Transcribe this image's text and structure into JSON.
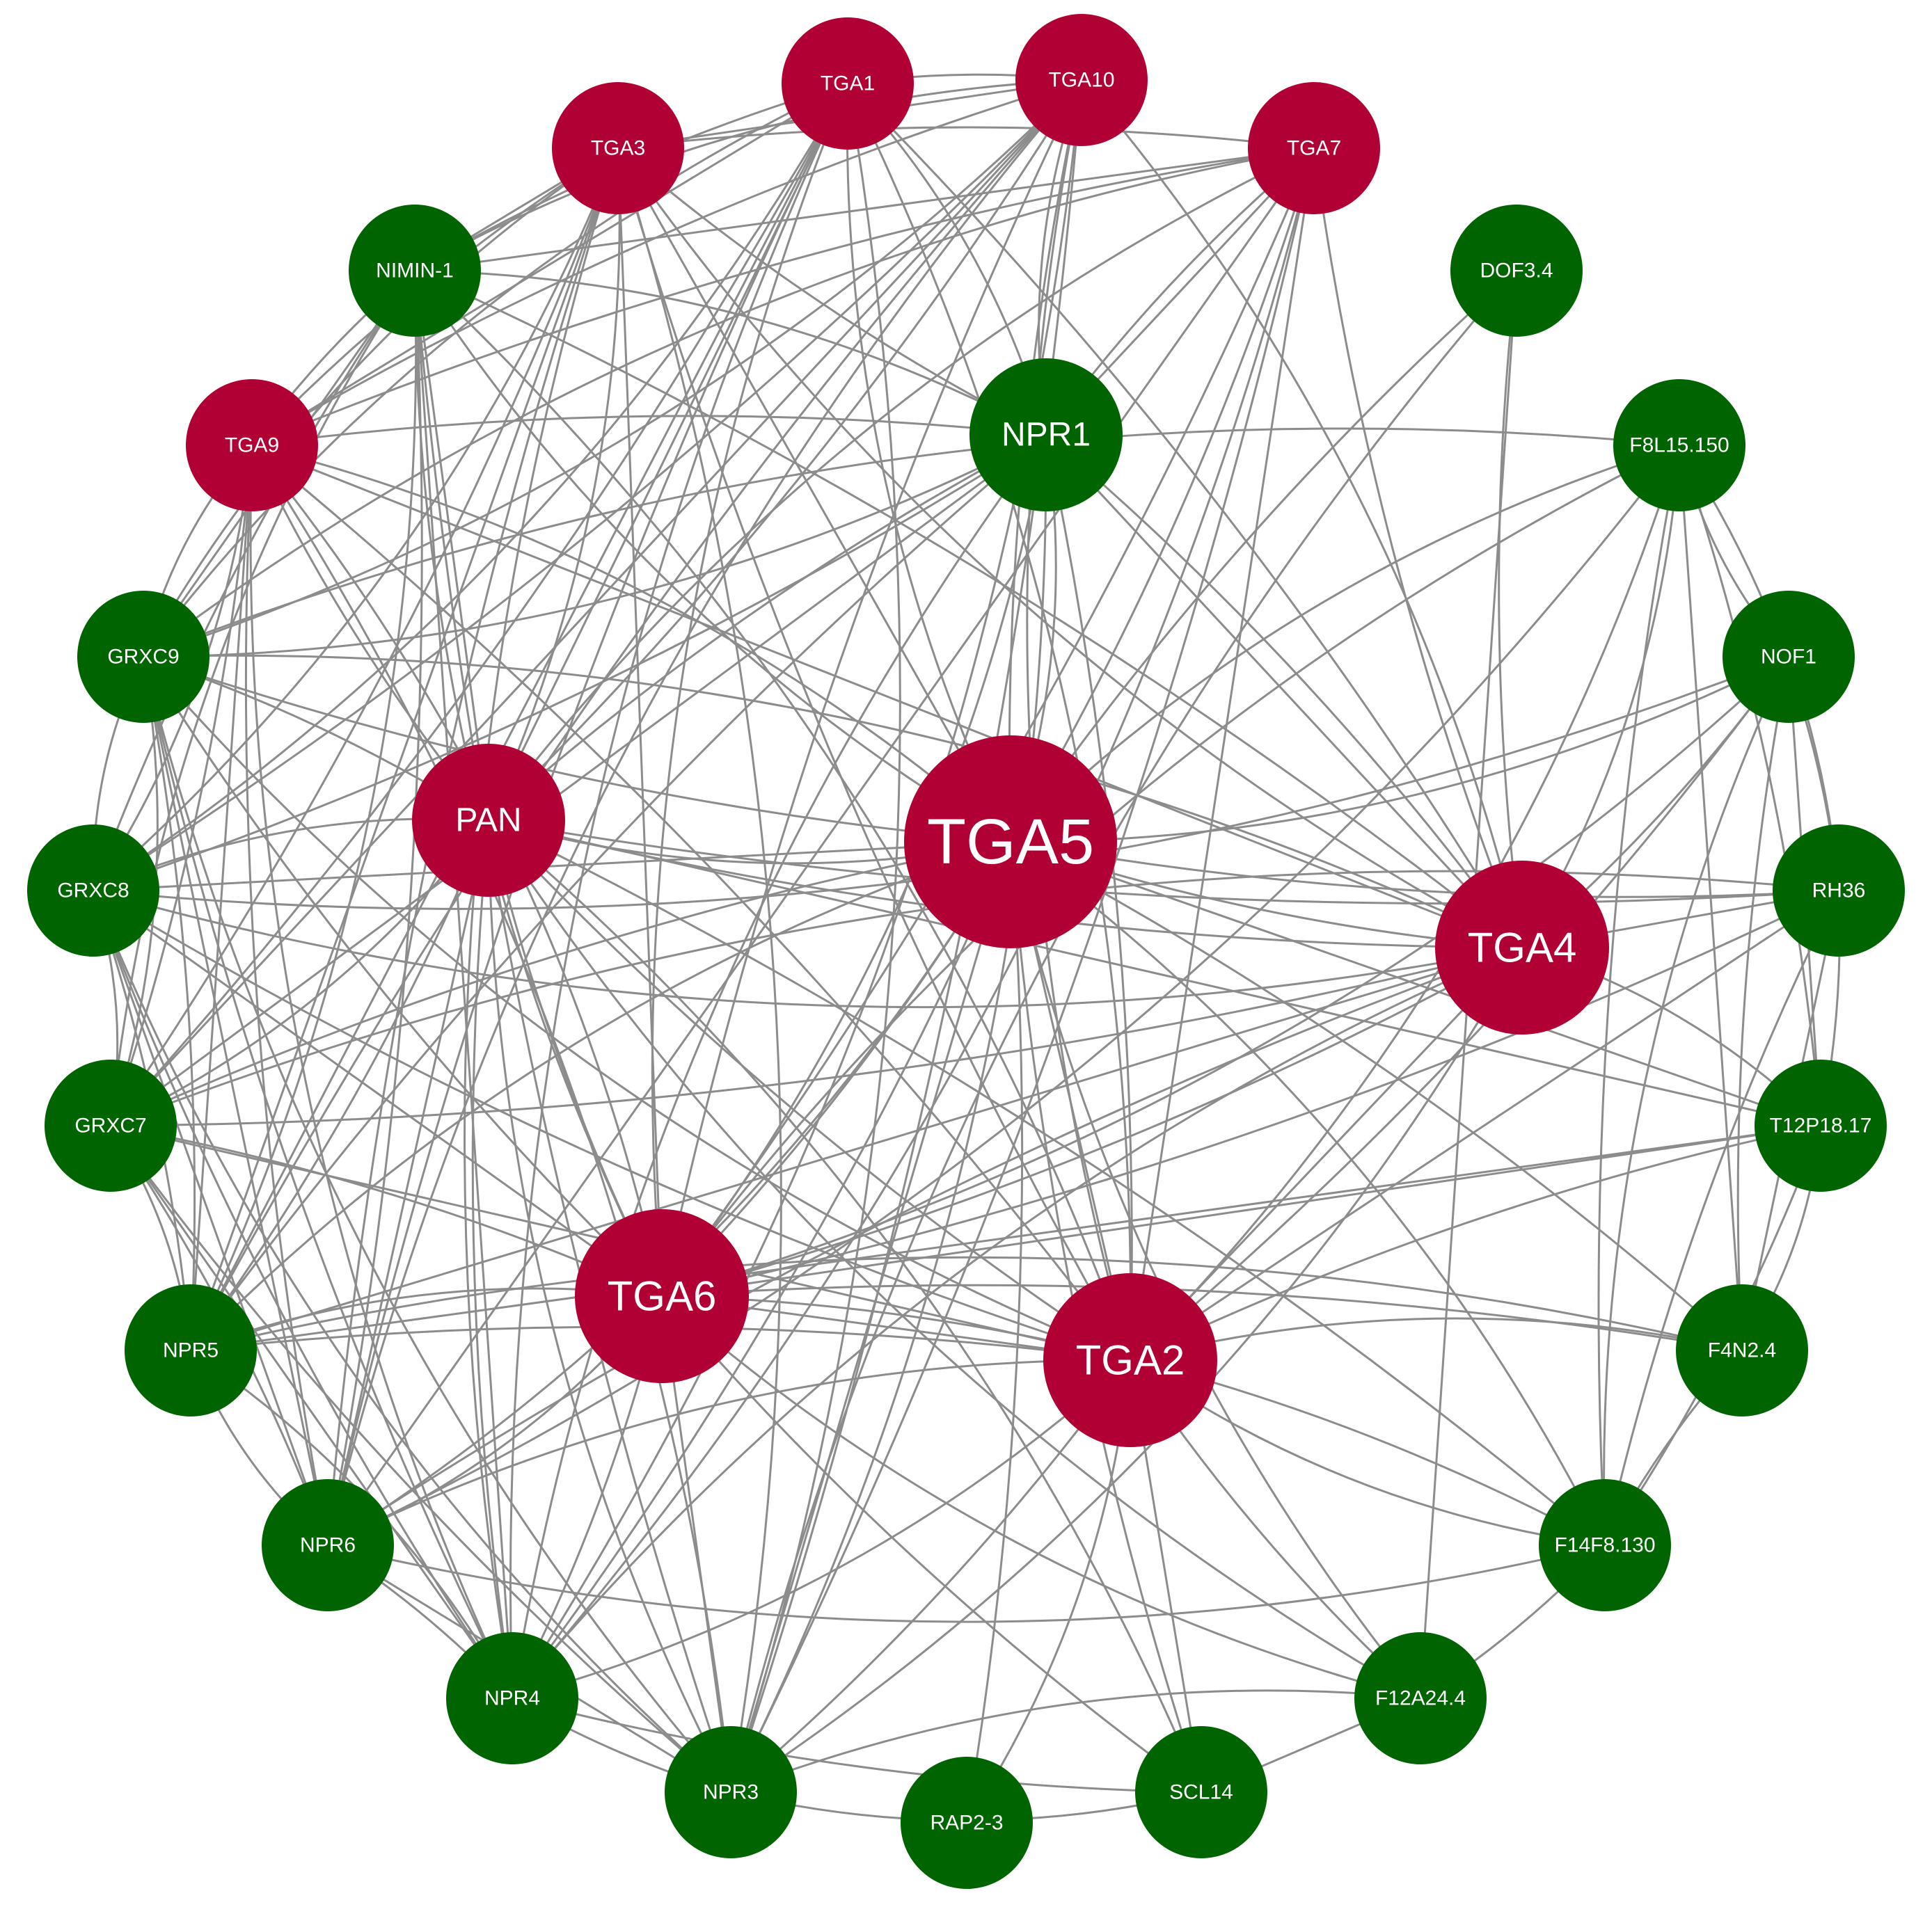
{
  "colors": {
    "hub": "#b10034",
    "regular": "#006400",
    "edge": "#8c8c8c"
  },
  "nodes": [
    {
      "id": "TGA1",
      "label": "TGA1",
      "group": "red",
      "size": 2
    },
    {
      "id": "TGA10",
      "label": "TGA10",
      "group": "red",
      "size": 2
    },
    {
      "id": "TGA3",
      "label": "TGA3",
      "group": "red",
      "size": 2
    },
    {
      "id": "TGA7",
      "label": "TGA7",
      "group": "red",
      "size": 2
    },
    {
      "id": "NIMIN-1",
      "label": "NIMIN-1",
      "group": "green",
      "size": 2
    },
    {
      "id": "DOF3.4",
      "label": "DOF3.4",
      "group": "green",
      "size": 2
    },
    {
      "id": "NPR1",
      "label": "NPR1",
      "group": "green",
      "size": 3
    },
    {
      "id": "TGA9",
      "label": "TGA9",
      "group": "red",
      "size": 2
    },
    {
      "id": "F8L15.150",
      "label": "F8L15.150",
      "group": "green",
      "size": 2
    },
    {
      "id": "GRXC9",
      "label": "GRXC9",
      "group": "green",
      "size": 2
    },
    {
      "id": "NOF1",
      "label": "NOF1",
      "group": "green",
      "size": 2
    },
    {
      "id": "PAN",
      "label": "PAN",
      "group": "red",
      "size": 3
    },
    {
      "id": "TGA5",
      "label": "TGA5",
      "group": "red",
      "size": 5
    },
    {
      "id": "GRXC8",
      "label": "GRXC8",
      "group": "green",
      "size": 2
    },
    {
      "id": "RH36",
      "label": "RH36",
      "group": "green",
      "size": 2
    },
    {
      "id": "TGA4",
      "label": "TGA4",
      "group": "red",
      "size": 4
    },
    {
      "id": "GRXC7",
      "label": "GRXC7",
      "group": "green",
      "size": 2
    },
    {
      "id": "T12P18.17",
      "label": "T12P18.17",
      "group": "green",
      "size": 2
    },
    {
      "id": "TGA6",
      "label": "TGA6",
      "group": "red",
      "size": 4
    },
    {
      "id": "TGA2",
      "label": "TGA2",
      "group": "red",
      "size": 4
    },
    {
      "id": "NPR5",
      "label": "NPR5",
      "group": "green",
      "size": 2
    },
    {
      "id": "F4N2.4",
      "label": "F4N2.4",
      "group": "green",
      "size": 2
    },
    {
      "id": "NPR6",
      "label": "NPR6",
      "group": "green",
      "size": 2
    },
    {
      "id": "F14F8.130",
      "label": "F14F8.130",
      "group": "green",
      "size": 2
    },
    {
      "id": "NPR4",
      "label": "NPR4",
      "group": "green",
      "size": 2
    },
    {
      "id": "F12A24.4",
      "label": "F12A24.4",
      "group": "green",
      "size": 2
    },
    {
      "id": "NPR3",
      "label": "NPR3",
      "group": "green",
      "size": 2
    },
    {
      "id": "SCL14",
      "label": "SCL14",
      "group": "green",
      "size": 2
    },
    {
      "id": "RAP2-3",
      "label": "RAP2-3",
      "group": "green",
      "size": 2
    }
  ],
  "edges": [
    [
      "TGA5",
      "PAN"
    ],
    [
      "TGA5",
      "TGA6"
    ],
    [
      "TGA5",
      "TGA2"
    ],
    [
      "TGA5",
      "TGA4"
    ],
    [
      "TGA5",
      "NPR1"
    ],
    [
      "TGA5",
      "TGA1"
    ],
    [
      "TGA5",
      "TGA10"
    ],
    [
      "TGA5",
      "TGA3"
    ],
    [
      "TGA5",
      "TGA7"
    ],
    [
      "TGA5",
      "TGA9"
    ],
    [
      "TGA5",
      "NIMIN-1"
    ],
    [
      "TGA5",
      "GRXC9"
    ],
    [
      "TGA5",
      "GRXC8"
    ],
    [
      "TGA5",
      "GRXC7"
    ],
    [
      "TGA5",
      "NPR5"
    ],
    [
      "TGA5",
      "NPR6"
    ],
    [
      "TGA5",
      "NPR4"
    ],
    [
      "TGA5",
      "NPR3"
    ],
    [
      "TGA5",
      "SCL14"
    ],
    [
      "TGA5",
      "F12A24.4"
    ],
    [
      "TGA5",
      "F14F8.130"
    ],
    [
      "TGA5",
      "F4N2.4"
    ],
    [
      "TGA5",
      "T12P18.17"
    ],
    [
      "TGA5",
      "RH36"
    ],
    [
      "TGA5",
      "NOF1"
    ],
    [
      "TGA5",
      "F8L15.150"
    ],
    [
      "TGA6",
      "PAN"
    ],
    [
      "TGA6",
      "TGA2"
    ],
    [
      "TGA6",
      "TGA4"
    ],
    [
      "TGA6",
      "NPR1"
    ],
    [
      "TGA6",
      "TGA1"
    ],
    [
      "TGA6",
      "TGA10"
    ],
    [
      "TGA6",
      "TGA3"
    ],
    [
      "TGA6",
      "TGA7"
    ],
    [
      "TGA6",
      "TGA9"
    ],
    [
      "TGA6",
      "NIMIN-1"
    ],
    [
      "TGA6",
      "GRXC9"
    ],
    [
      "TGA6",
      "GRXC8"
    ],
    [
      "TGA6",
      "GRXC7"
    ],
    [
      "TGA6",
      "NPR5"
    ],
    [
      "TGA6",
      "NPR6"
    ],
    [
      "TGA6",
      "NPR4"
    ],
    [
      "TGA6",
      "NPR3"
    ],
    [
      "TGA6",
      "SCL14"
    ],
    [
      "TGA6",
      "F12A24.4"
    ],
    [
      "TGA6",
      "F14F8.130"
    ],
    [
      "TGA6",
      "F4N2.4"
    ],
    [
      "TGA6",
      "T12P18.17"
    ],
    [
      "TGA6",
      "RH36"
    ],
    [
      "TGA6",
      "NOF1"
    ],
    [
      "TGA6",
      "F8L15.150"
    ],
    [
      "TGA2",
      "PAN"
    ],
    [
      "TGA2",
      "TGA4"
    ],
    [
      "TGA2",
      "NPR1"
    ],
    [
      "TGA2",
      "TGA1"
    ],
    [
      "TGA2",
      "TGA10"
    ],
    [
      "TGA2",
      "TGA3"
    ],
    [
      "TGA2",
      "TGA7"
    ],
    [
      "TGA2",
      "TGA9"
    ],
    [
      "TGA2",
      "NIMIN-1"
    ],
    [
      "TGA2",
      "GRXC9"
    ],
    [
      "TGA2",
      "GRXC8"
    ],
    [
      "TGA2",
      "GRXC7"
    ],
    [
      "TGA2",
      "NPR5"
    ],
    [
      "TGA2",
      "NPR6"
    ],
    [
      "TGA2",
      "NPR4"
    ],
    [
      "TGA2",
      "NPR3"
    ],
    [
      "TGA2",
      "SCL14"
    ],
    [
      "TGA2",
      "F12A24.4"
    ],
    [
      "TGA2",
      "F14F8.130"
    ],
    [
      "TGA2",
      "F4N2.4"
    ],
    [
      "TGA2",
      "T12P18.17"
    ],
    [
      "TGA2",
      "RH36"
    ],
    [
      "TGA2",
      "NOF1"
    ],
    [
      "TGA2",
      "F8L15.150"
    ],
    [
      "TGA2",
      "RAP2-3"
    ],
    [
      "TGA4",
      "PAN"
    ],
    [
      "TGA4",
      "NPR1"
    ],
    [
      "TGA4",
      "TGA1"
    ],
    [
      "TGA4",
      "TGA10"
    ],
    [
      "TGA4",
      "TGA3"
    ],
    [
      "TGA4",
      "TGA7"
    ],
    [
      "TGA4",
      "TGA9"
    ],
    [
      "TGA4",
      "NIMIN-1"
    ],
    [
      "TGA4",
      "GRXC9"
    ],
    [
      "TGA4",
      "GRXC8"
    ],
    [
      "TGA4",
      "GRXC7"
    ],
    [
      "TGA4",
      "NPR5"
    ],
    [
      "TGA4",
      "NPR6"
    ],
    [
      "TGA4",
      "NPR4"
    ],
    [
      "TGA4",
      "NPR3"
    ],
    [
      "TGA4",
      "DOF3.4"
    ],
    [
      "TGA4",
      "RH36"
    ],
    [
      "TGA4",
      "NOF1"
    ],
    [
      "TGA4",
      "F8L15.150"
    ],
    [
      "TGA4",
      "T12P18.17"
    ],
    [
      "PAN",
      "NPR1"
    ],
    [
      "PAN",
      "TGA1"
    ],
    [
      "PAN",
      "TGA10"
    ],
    [
      "PAN",
      "TGA3"
    ],
    [
      "PAN",
      "TGA7"
    ],
    [
      "PAN",
      "TGA9"
    ],
    [
      "PAN",
      "NIMIN-1"
    ],
    [
      "PAN",
      "GRXC9"
    ],
    [
      "PAN",
      "GRXC8"
    ],
    [
      "PAN",
      "GRXC7"
    ],
    [
      "PAN",
      "NPR5"
    ],
    [
      "PAN",
      "NPR6"
    ],
    [
      "PAN",
      "NPR4"
    ],
    [
      "PAN",
      "NPR3"
    ],
    [
      "PAN",
      "SCL14"
    ],
    [
      "PAN",
      "F14F8.130"
    ],
    [
      "PAN",
      "T12P18.17"
    ],
    [
      "PAN",
      "RH36"
    ],
    [
      "NPR1",
      "TGA1"
    ],
    [
      "NPR1",
      "TGA10"
    ],
    [
      "NPR1",
      "TGA3"
    ],
    [
      "NPR1",
      "TGA7"
    ],
    [
      "NPR1",
      "TGA9"
    ],
    [
      "NPR1",
      "NIMIN-1"
    ],
    [
      "NPR1",
      "GRXC9"
    ],
    [
      "NPR1",
      "GRXC8"
    ],
    [
      "NPR1",
      "GRXC7"
    ],
    [
      "NPR1",
      "NPR5"
    ],
    [
      "NPR1",
      "NPR4"
    ],
    [
      "NPR1",
      "NPR3"
    ],
    [
      "NPR1",
      "TGA4"
    ],
    [
      "TGA1",
      "TGA9"
    ],
    [
      "TGA1",
      "NIMIN-1"
    ],
    [
      "TGA1",
      "GRXC9"
    ],
    [
      "TGA1",
      "GRXC8"
    ],
    [
      "TGA1",
      "GRXC7"
    ],
    [
      "TGA1",
      "NPR5"
    ],
    [
      "TGA1",
      "NPR6"
    ],
    [
      "TGA1",
      "NPR4"
    ],
    [
      "TGA1",
      "NPR3"
    ],
    [
      "TGA1",
      "TGA10"
    ],
    [
      "TGA10",
      "TGA3"
    ],
    [
      "TGA10",
      "TGA9"
    ],
    [
      "TGA10",
      "NIMIN-1"
    ],
    [
      "TGA10",
      "GRXC9"
    ],
    [
      "TGA10",
      "GRXC8"
    ],
    [
      "TGA10",
      "GRXC7"
    ],
    [
      "TGA10",
      "NPR5"
    ],
    [
      "TGA10",
      "NPR6"
    ],
    [
      "TGA10",
      "NPR4"
    ],
    [
      "TGA10",
      "NPR3"
    ],
    [
      "TGA3",
      "NIMIN-1"
    ],
    [
      "TGA3",
      "TGA9"
    ],
    [
      "TGA3",
      "GRXC9"
    ],
    [
      "TGA3",
      "GRXC8"
    ],
    [
      "TGA3",
      "GRXC7"
    ],
    [
      "TGA3",
      "NPR5"
    ],
    [
      "TGA3",
      "NPR6"
    ],
    [
      "TGA3",
      "NPR4"
    ],
    [
      "TGA3",
      "NPR3"
    ],
    [
      "TGA3",
      "TGA7"
    ],
    [
      "TGA7",
      "NIMIN-1"
    ],
    [
      "TGA7",
      "TGA9"
    ],
    [
      "TGA7",
      "GRXC9"
    ],
    [
      "TGA7",
      "NPR4"
    ],
    [
      "TGA7",
      "NPR3"
    ],
    [
      "TGA7",
      "NPR6"
    ],
    [
      "TGA7",
      "NPR1"
    ],
    [
      "TGA9",
      "GRXC9"
    ],
    [
      "TGA9",
      "GRXC8"
    ],
    [
      "TGA9",
      "GRXC7"
    ],
    [
      "TGA9",
      "NPR5"
    ],
    [
      "TGA9",
      "NPR6"
    ],
    [
      "TGA9",
      "NPR4"
    ],
    [
      "TGA9",
      "NPR3"
    ],
    [
      "TGA9",
      "NIMIN-1"
    ],
    [
      "NIMIN-1",
      "GRXC9"
    ],
    [
      "NIMIN-1",
      "GRXC8"
    ],
    [
      "NIMIN-1",
      "GRXC7"
    ],
    [
      "NIMIN-1",
      "NPR5"
    ],
    [
      "NIMIN-1",
      "NPR6"
    ],
    [
      "NIMIN-1",
      "NPR4"
    ],
    [
      "NIMIN-1",
      "NPR3"
    ],
    [
      "GRXC9",
      "GRXC8"
    ],
    [
      "GRXC9",
      "GRXC7"
    ],
    [
      "GRXC9",
      "NPR5"
    ],
    [
      "GRXC9",
      "NPR6"
    ],
    [
      "GRXC9",
      "NPR4"
    ],
    [
      "GRXC9",
      "NPR3"
    ],
    [
      "GRXC8",
      "GRXC7"
    ],
    [
      "GRXC8",
      "NPR5"
    ],
    [
      "GRXC8",
      "NPR6"
    ],
    [
      "GRXC8",
      "NPR4"
    ],
    [
      "GRXC8",
      "NPR3"
    ],
    [
      "GRXC7",
      "NPR5"
    ],
    [
      "GRXC7",
      "NPR6"
    ],
    [
      "GRXC7",
      "NPR4"
    ],
    [
      "GRXC7",
      "NPR3"
    ],
    [
      "NPR5",
      "NPR6"
    ],
    [
      "NPR5",
      "NPR4"
    ],
    [
      "NPR6",
      "NPR4"
    ],
    [
      "NPR6",
      "NPR3"
    ],
    [
      "NPR4",
      "NPR3"
    ],
    [
      "F8L15.150",
      "NOF1"
    ],
    [
      "F8L15.150",
      "RH36"
    ],
    [
      "F8L15.150",
      "T12P18.17"
    ],
    [
      "F8L15.150",
      "F4N2.4"
    ],
    [
      "F8L15.150",
      "F14F8.130"
    ],
    [
      "F8L15.150",
      "GRXC9"
    ],
    [
      "F8L15.150",
      "NPR6"
    ],
    [
      "NOF1",
      "RH36"
    ],
    [
      "NOF1",
      "T12P18.17"
    ],
    [
      "NOF1",
      "F4N2.4"
    ],
    [
      "NOF1",
      "F14F8.130"
    ],
    [
      "NOF1",
      "GRXC8"
    ],
    [
      "RH36",
      "T12P18.17"
    ],
    [
      "RH36",
      "F4N2.4"
    ],
    [
      "RH36",
      "F14F8.130"
    ],
    [
      "RH36",
      "GRXC7"
    ],
    [
      "T12P18.17",
      "F4N2.4"
    ],
    [
      "T12P18.17",
      "F14F8.130"
    ],
    [
      "T12P18.17",
      "NPR5"
    ],
    [
      "F4N2.4",
      "F14F8.130"
    ],
    [
      "F4N2.4",
      "NPR5"
    ],
    [
      "F14F8.130",
      "NPR6"
    ],
    [
      "F14F8.130",
      "F12A24.4"
    ],
    [
      "DOF3.4",
      "F12A24.4"
    ],
    [
      "DOF3.4",
      "TGA5"
    ],
    [
      "DOF3.4",
      "NPR3"
    ],
    [
      "SCL14",
      "NPR3"
    ],
    [
      "SCL14",
      "NPR4"
    ],
    [
      "SCL14",
      "F12A24.4"
    ],
    [
      "RAP2-3",
      "TGA5"
    ],
    [
      "F12A24.4",
      "NPR3"
    ],
    [
      "F12A24.4",
      "PAN"
    ]
  ]
}
